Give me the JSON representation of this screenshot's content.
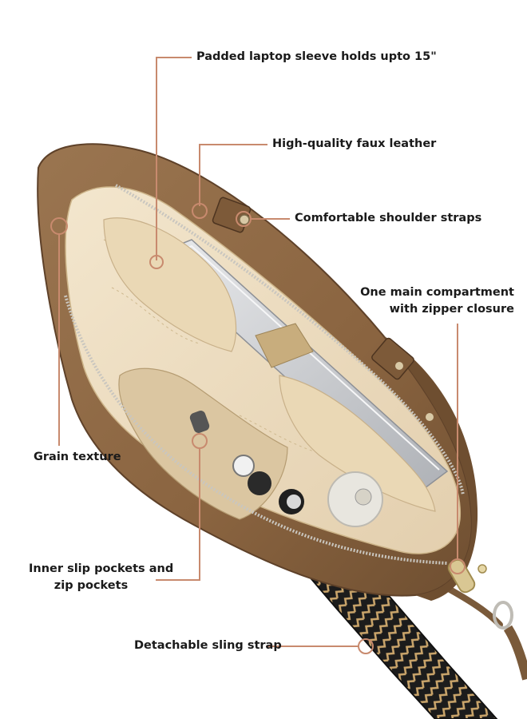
{
  "image": {
    "subject": "Brown faux leather tote bag, top-down view of open interior",
    "colors": {
      "leather": "#8f6a45",
      "leather_dark": "#6e4e30",
      "lining": "#efe0c4",
      "callout_line": "#c88a6e",
      "text": "#1a1a1a",
      "zipper": "#c9c6bf"
    }
  },
  "callouts": [
    {
      "id": "laptop-sleeve",
      "lines": [
        "Padded laptop sleeve holds upto 15\""
      ]
    },
    {
      "id": "faux-leather",
      "lines": [
        "High-quality faux leather"
      ]
    },
    {
      "id": "shoulder-straps",
      "lines": [
        "Comfortable shoulder straps"
      ]
    },
    {
      "id": "main-compartment",
      "lines": [
        "One main compartment",
        "with zipper closure"
      ]
    },
    {
      "id": "grain-texture",
      "lines": [
        "Grain texture"
      ]
    },
    {
      "id": "inner-pockets",
      "lines": [
        "Inner slip pockets and",
        "zip pockets"
      ]
    },
    {
      "id": "sling-strap",
      "lines": [
        "Detachable sling strap"
      ]
    }
  ]
}
